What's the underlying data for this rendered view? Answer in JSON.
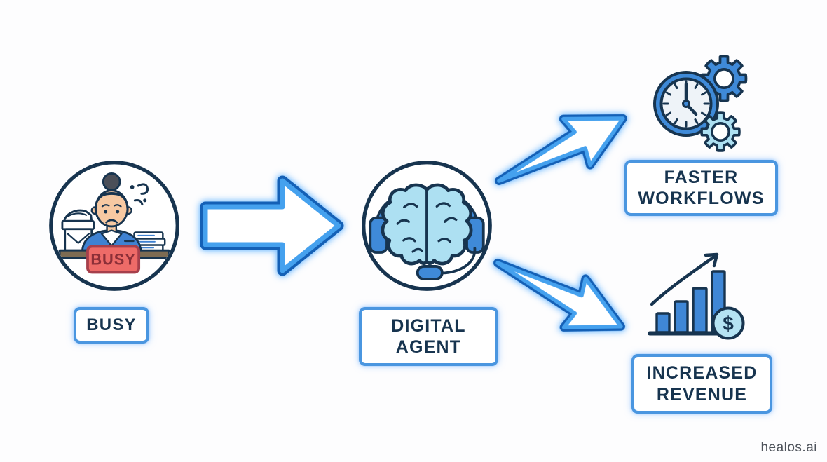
{
  "diagram_title": "",
  "nodes": {
    "busy": {
      "label": "BUSY",
      "icon": "stressed-worker-icon",
      "sign_text": "BUSY"
    },
    "digital_agent": {
      "label": "DIGITAL AGENT",
      "icon": "brain-headset-icon"
    },
    "faster_workflows": {
      "label": "FASTER WORKFLOWS",
      "icon": "clock-gears-icon"
    },
    "increased_revenue": {
      "label": "INCREASED REVENUE",
      "icon": "bar-chart-dollar-icon",
      "currency_symbol": "$"
    }
  },
  "arrows": [
    {
      "from": "busy",
      "to": "digital_agent",
      "direction": "right"
    },
    {
      "from": "digital_agent",
      "to": "faster_workflows",
      "direction": "up-right"
    },
    {
      "from": "digital_agent",
      "to": "increased_revenue",
      "direction": "down-right"
    }
  ],
  "watermark": "healos.ai",
  "colors": {
    "background": "#fdfdfe",
    "outline_navy": "#17344f",
    "box_border_blue": "#4a96e0",
    "arrow_dark_blue": "#1460b6",
    "arrow_light_blue": "#45a1ee",
    "fill_light_blue": "#ade0f2",
    "fill_medium_blue": "#3f8ad8",
    "busy_sign_red": "#ee6b68",
    "busy_sign_border": "#a63f4b",
    "desk_brown": "#7d6b52",
    "skin": "#f7c9a2",
    "hair_gray": "#4b4f58"
  }
}
